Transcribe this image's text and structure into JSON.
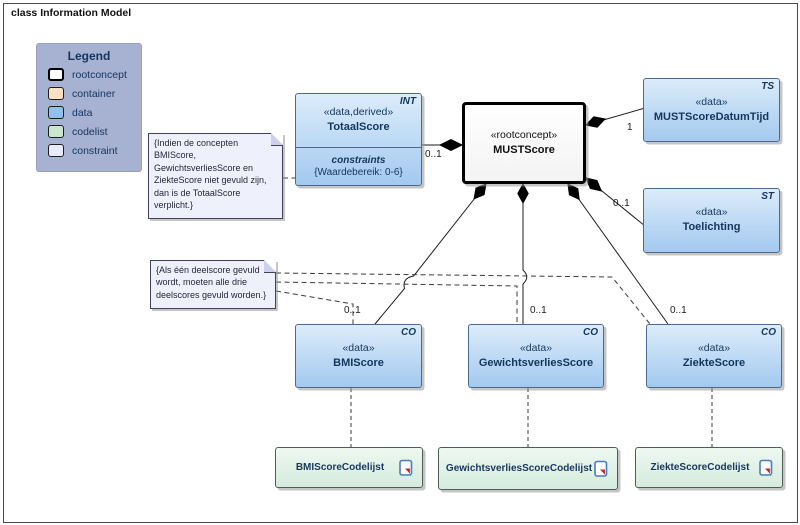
{
  "diagram": {
    "title": "class Information Model"
  },
  "legend": {
    "title": "Legend",
    "items": [
      {
        "label": "rootconcept",
        "color": "#ffffff"
      },
      {
        "label": "container",
        "color": "#fbe0c3"
      },
      {
        "label": "data",
        "color": "#8fc0ee"
      },
      {
        "label": "codelist",
        "color": "#c9e7cd"
      },
      {
        "label": "constraint",
        "color": "#e9ebfa"
      }
    ]
  },
  "classes": {
    "totaalscore": {
      "type_tag": "INT",
      "stereotype": "«data,derived»",
      "name": "TotaalScore",
      "constraints_label": "constraints",
      "constraints_value": "{Waardebereik: 0-6}"
    },
    "mustscore": {
      "stereotype": "«rootconcept»",
      "name": "MUSTScore"
    },
    "datumtijd": {
      "type_tag": "TS",
      "stereotype": "«data»",
      "name": "MUSTScoreDatumTijd"
    },
    "toelichting": {
      "type_tag": "ST",
      "stereotype": "«data»",
      "name": "Toelichting"
    },
    "bmiscore": {
      "type_tag": "CO",
      "stereotype": "«data»",
      "name": "BMIScore"
    },
    "gewichtsverliesscore": {
      "type_tag": "CO",
      "stereotype": "«data»",
      "name": "GewichtsverliesScore"
    },
    "ziektescore": {
      "type_tag": "CO",
      "stereotype": "«data»",
      "name": "ZiekteScore"
    }
  },
  "codelists": {
    "bmi": {
      "name": "BMIScoreCodelijst"
    },
    "gewicht": {
      "name": "GewichtsverliesScoreCodelijst"
    },
    "ziekte": {
      "name": "ZiekteScoreCodelijst"
    }
  },
  "notes": {
    "totaalscore_constraint": "{Indien de concepten\nBMIScore,\nGewichtsverliesScore en\nZiekteScore niet gevuld zijn,\ndan is de TotaalScore\nverplicht.}",
    "deelscore_constraint": "{Als één deelscore gevuld\nwordt, moeten alle drie\ndeelscores gevuld worden.}"
  },
  "multiplicities": {
    "totaalscore": "0..1",
    "datumtijd": "1",
    "toelichting": "0..1",
    "bmiscore": "0..1",
    "gewichtsverliesscore": "0..1",
    "ziektescore": "0..1"
  }
}
